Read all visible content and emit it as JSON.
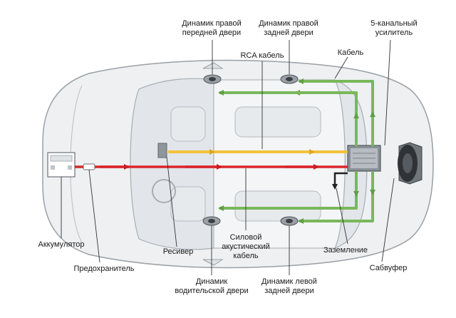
{
  "labels": {
    "front_right_door": [
      "Динамик правой",
      "передней двери"
    ],
    "rear_right_door": [
      "Динамик правой",
      "задней двери"
    ],
    "amplifier": [
      "5-канальный",
      "усилитель"
    ],
    "rca_cable": "RCA кабель",
    "cable": "Кабель",
    "battery": "Аккумулятор",
    "fuse": "Предохранитель",
    "receiver": "Ресивер",
    "speaker_cable": [
      "Силовой",
      "акустический",
      "кабель"
    ],
    "ground": "Заземление",
    "subwoofer": "Сабвуфер",
    "driver_door": [
      "Динамик",
      "водительской двери"
    ],
    "rear_left_door": [
      "Динамик левой",
      "задней двери"
    ]
  },
  "colors": {
    "car_body": "#eef0f2",
    "car_outline": "#9aa0a6",
    "rca_wire": "#f2c23a",
    "power_wire": "#d9262c",
    "speaker_wire": "#79b85a",
    "ground_wire": "#222222",
    "label_text": "#1a1a1a"
  }
}
